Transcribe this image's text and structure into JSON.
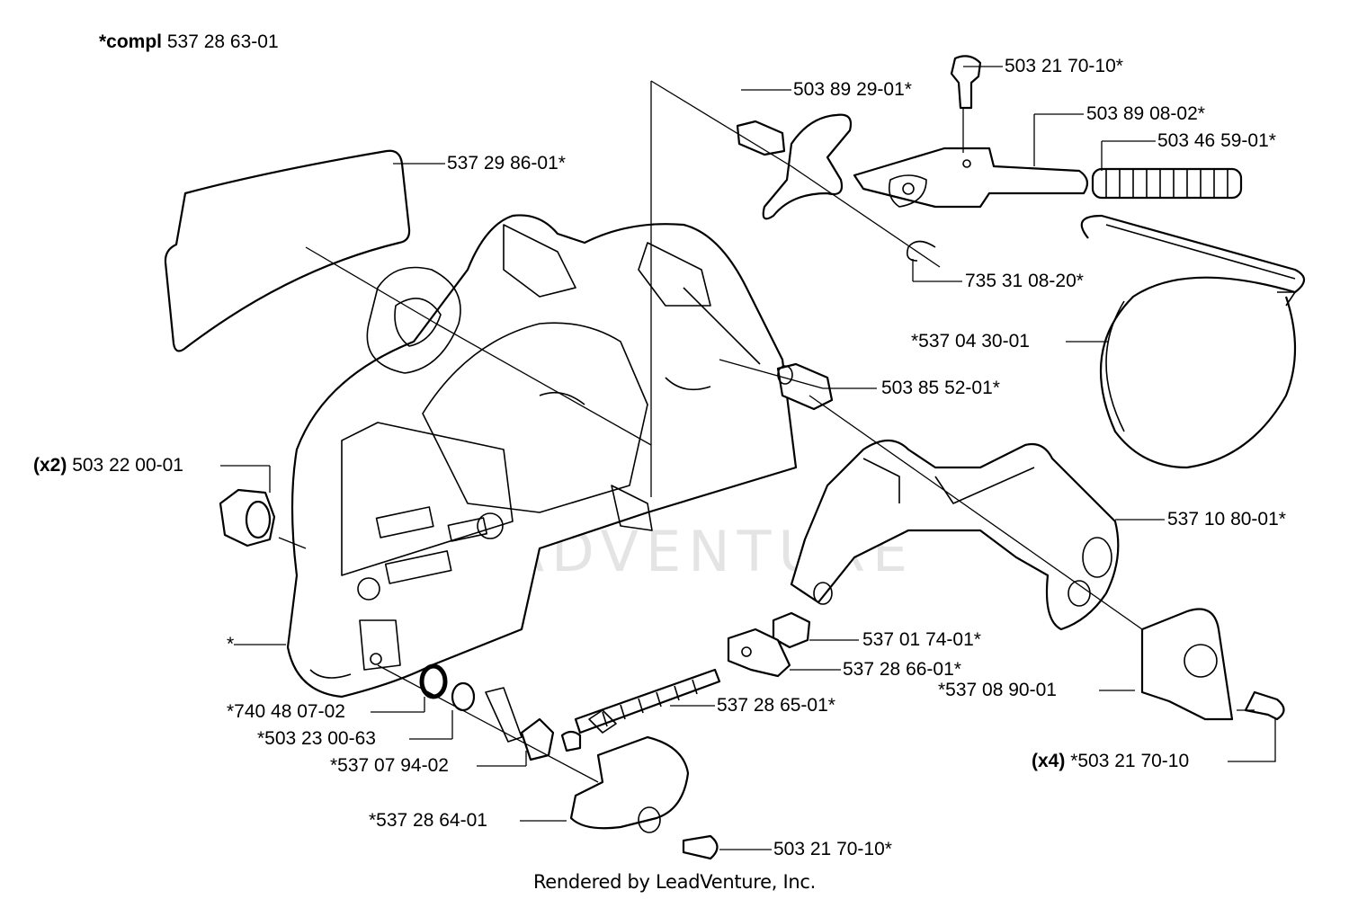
{
  "header": {
    "prefix": "*compl",
    "number": "537 28 63-01"
  },
  "parts": [
    {
      "id": "decal",
      "text": "537 29 86-01*"
    },
    {
      "id": "chain-stop-pin",
      "text": "503 89 29-01*"
    },
    {
      "id": "screw-top",
      "text": "503 21 70-10*"
    },
    {
      "id": "knee-joint",
      "text": "503 89 08-02*"
    },
    {
      "id": "spring",
      "text": "503 46 59-01*"
    },
    {
      "id": "circlip",
      "text": "735 31 08-20*"
    },
    {
      "id": "brake-band",
      "text": "*537 04 30-01"
    },
    {
      "id": "sleeve",
      "text": "503 85 52-01*"
    },
    {
      "id": "nut",
      "qty": "(x2)",
      "text": "503 22 00-01"
    },
    {
      "id": "cover-bracket",
      "text": "537 10 80-01*"
    },
    {
      "id": "cover-asterisk",
      "text": "*"
    },
    {
      "id": "chain-tensioner-nut",
      "text": "537 01 74-01*"
    },
    {
      "id": "tensioner-block",
      "text": "537 28 66-01*"
    },
    {
      "id": "cover-plate-right",
      "text": "*537 08 90-01"
    },
    {
      "id": "o-ring",
      "text": "*740 48 07-02"
    },
    {
      "id": "washer",
      "text": "*503 23 00-63"
    },
    {
      "id": "gear",
      "text": "*537 07 94-02"
    },
    {
      "id": "adjusting-screw",
      "text": "537 28 65-01*"
    },
    {
      "id": "screw-right",
      "qty": "(x4)",
      "text": "*503 21 70-10"
    },
    {
      "id": "cover-plate-left",
      "text": "*537 28 64-01"
    },
    {
      "id": "screw-bottom",
      "text": "503 21 70-10*"
    }
  ],
  "watermark": "LEADVENTURE",
  "footer": "Rendered by LeadVenture, Inc."
}
